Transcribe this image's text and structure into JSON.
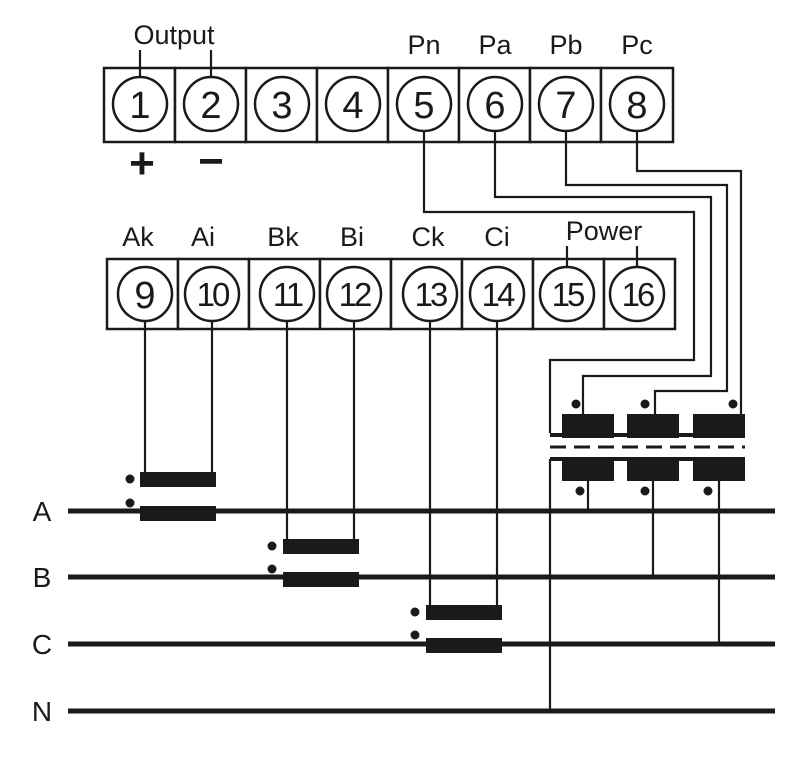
{
  "top_strip": {
    "group_label": "Output",
    "labels": [
      "Pn",
      "Pa",
      "Pb",
      "Pc"
    ],
    "terminals": [
      "1",
      "2",
      "3",
      "4",
      "5",
      "6",
      "7",
      "8"
    ],
    "polarity": {
      "plus": "+",
      "minus": "−"
    }
  },
  "bottom_strip": {
    "labels": [
      "Ak",
      "Ai",
      "Bk",
      "Bi",
      "Ck",
      "Ci"
    ],
    "power_label": "Power",
    "terminals": [
      "9",
      "10",
      "11",
      "12",
      "13",
      "14",
      "15",
      "16"
    ]
  },
  "bus": {
    "lines": [
      "A",
      "B",
      "C",
      "N"
    ]
  },
  "colors": {
    "ink": "#1a1a1a",
    "background": "#ffffff"
  }
}
